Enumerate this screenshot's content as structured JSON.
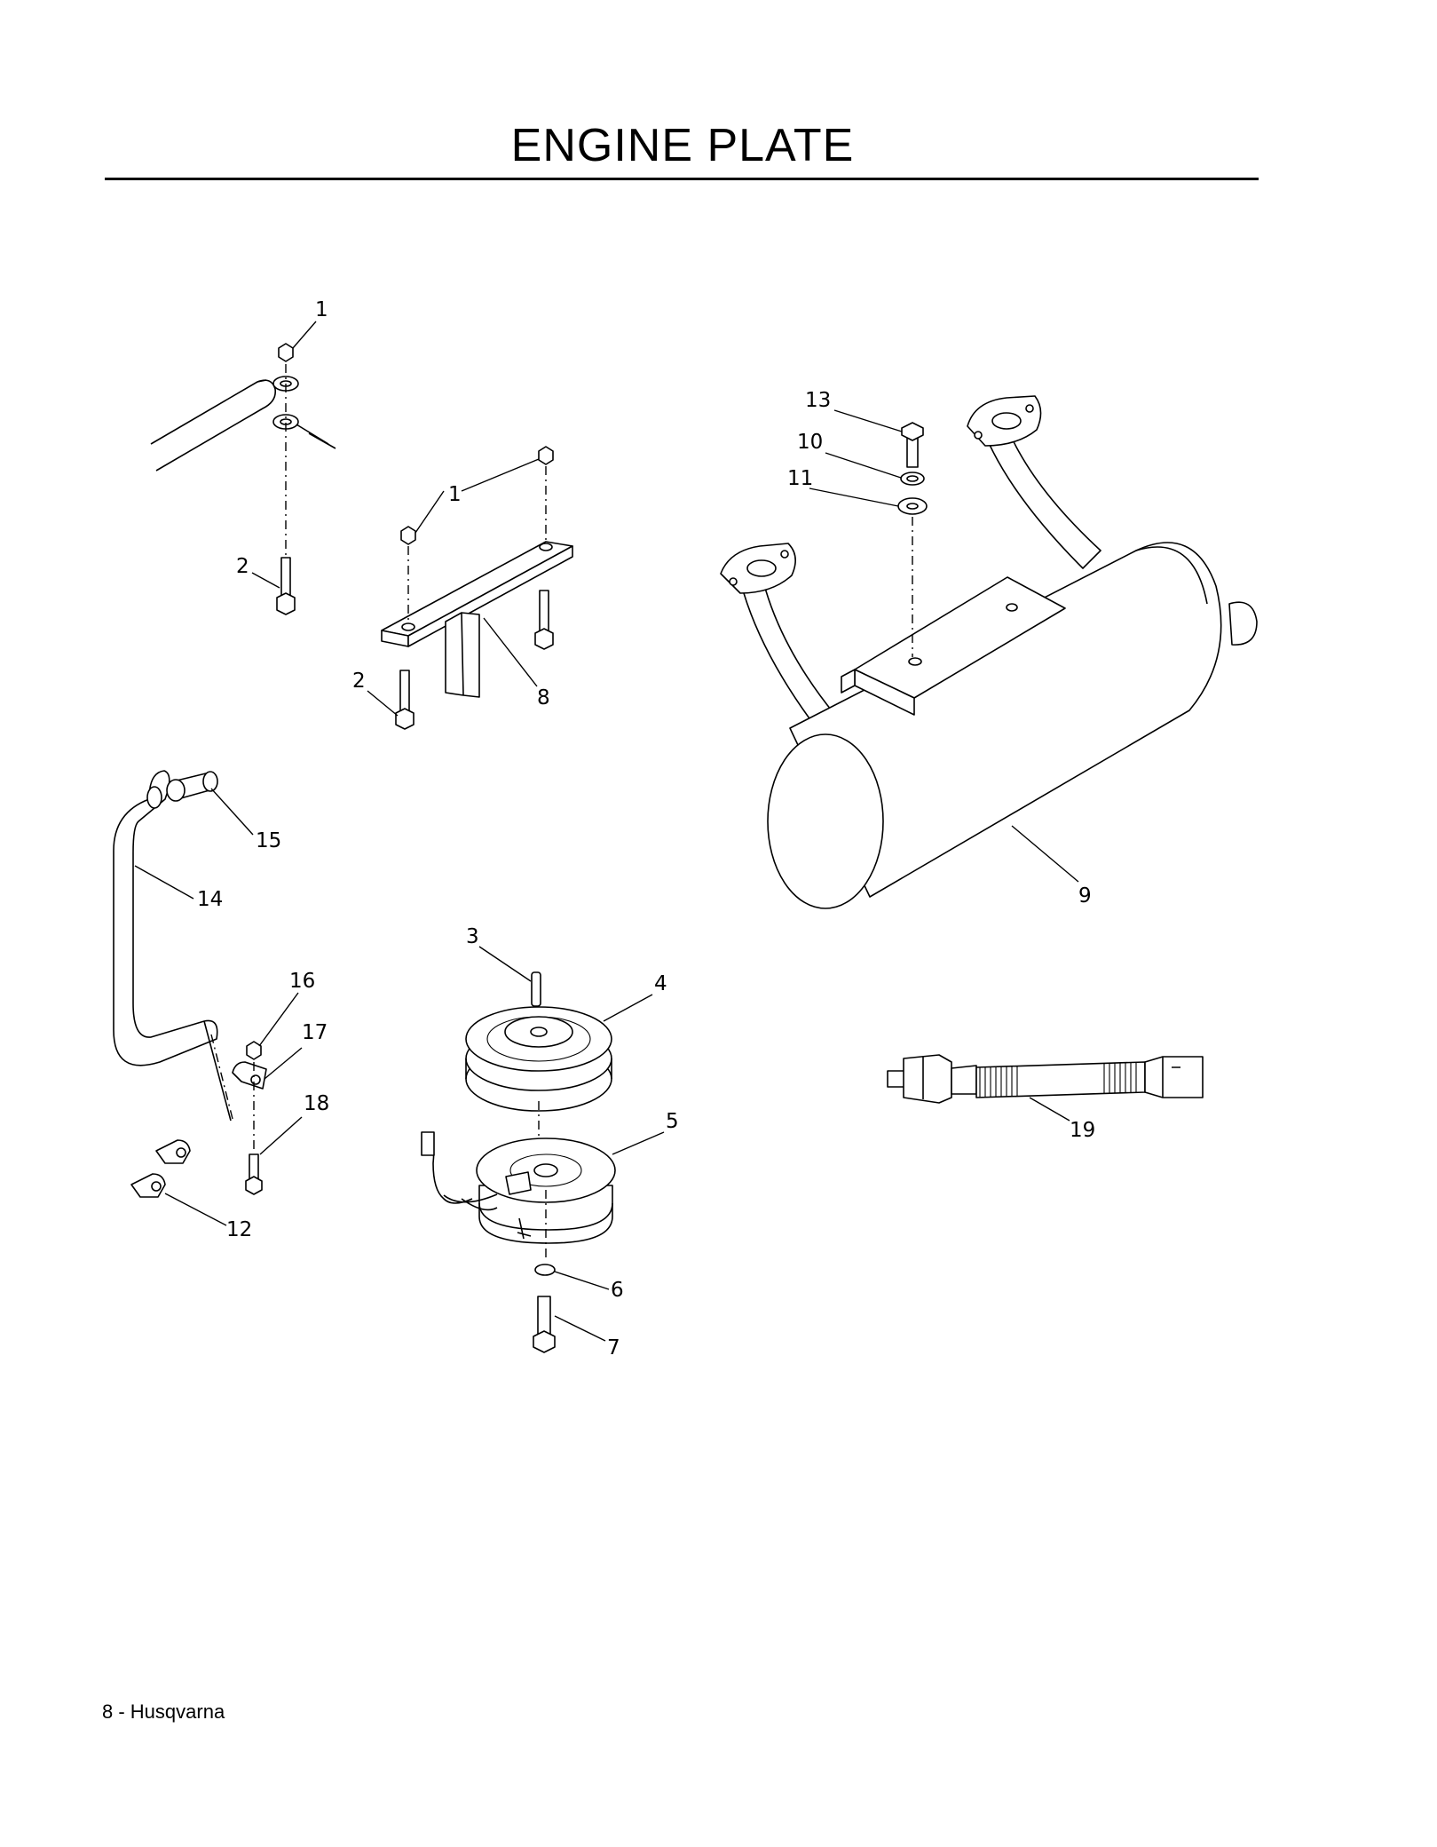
{
  "page": {
    "title": "ENGINE PLATE",
    "footer": "8 - Husqvarna"
  },
  "callouts": [
    "1",
    "2",
    "1",
    "2",
    "8",
    "13",
    "10",
    "11",
    "9",
    "15",
    "14",
    "16",
    "17",
    "18",
    "12",
    "3",
    "4",
    "5",
    "6",
    "7",
    "19"
  ]
}
